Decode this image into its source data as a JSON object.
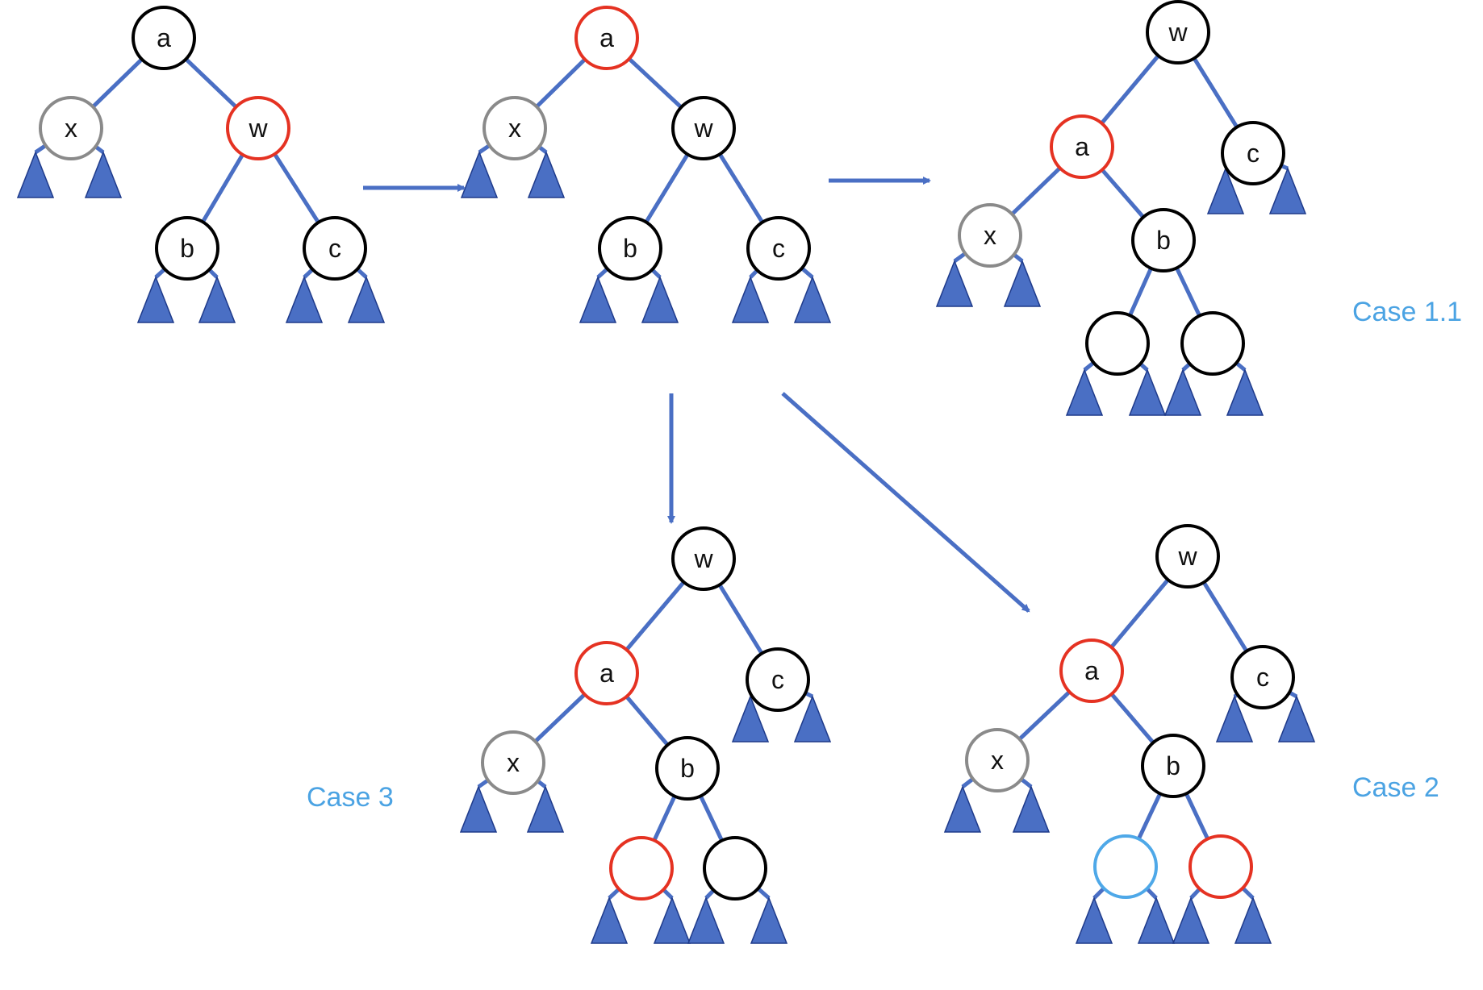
{
  "colors": {
    "edge": "#4A6FC4",
    "subtree_fill": "#4A6FC4",
    "subtree_stroke": "#1E3A8A",
    "node_black": "#000000",
    "node_red": "#E53222",
    "node_gray": "#8A8A8A",
    "node_blue": "#4EA8E8",
    "label_text": "#111111",
    "case_label": "#4BA3E3",
    "arrow": "#4A6FC4"
  },
  "case_labels": {
    "case_1_1": "Case 1.1",
    "case_2": "Case 2",
    "case_3": "Case 3"
  },
  "trees": [
    {
      "id": "initial",
      "nodes": [
        {
          "id": "a",
          "label": "a",
          "color": "black"
        },
        {
          "id": "x",
          "label": "x",
          "color": "gray"
        },
        {
          "id": "w",
          "label": "w",
          "color": "red"
        },
        {
          "id": "b",
          "label": "b",
          "color": "black"
        },
        {
          "id": "c",
          "label": "c",
          "color": "black"
        }
      ]
    },
    {
      "id": "after-recolor",
      "nodes": [
        {
          "id": "a",
          "label": "a",
          "color": "red"
        },
        {
          "id": "x",
          "label": "x",
          "color": "gray"
        },
        {
          "id": "w",
          "label": "w",
          "color": "black"
        },
        {
          "id": "b",
          "label": "b",
          "color": "black"
        },
        {
          "id": "c",
          "label": "c",
          "color": "black"
        }
      ]
    },
    {
      "id": "case-1-1",
      "nodes": [
        {
          "id": "w",
          "label": "w",
          "color": "black"
        },
        {
          "id": "a",
          "label": "a",
          "color": "red"
        },
        {
          "id": "c",
          "label": "c",
          "color": "black"
        },
        {
          "id": "x",
          "label": "x",
          "color": "gray"
        },
        {
          "id": "b",
          "label": "b",
          "color": "black"
        },
        {
          "id": "bl",
          "label": "",
          "color": "black"
        },
        {
          "id": "br",
          "label": "",
          "color": "black"
        }
      ]
    },
    {
      "id": "case-3",
      "nodes": [
        {
          "id": "w",
          "label": "w",
          "color": "black"
        },
        {
          "id": "a",
          "label": "a",
          "color": "red"
        },
        {
          "id": "c",
          "label": "c",
          "color": "black"
        },
        {
          "id": "x",
          "label": "x",
          "color": "gray"
        },
        {
          "id": "b",
          "label": "b",
          "color": "black"
        },
        {
          "id": "bl",
          "label": "",
          "color": "red"
        },
        {
          "id": "br",
          "label": "",
          "color": "black"
        }
      ]
    },
    {
      "id": "case-2",
      "nodes": [
        {
          "id": "w",
          "label": "w",
          "color": "black"
        },
        {
          "id": "a",
          "label": "a",
          "color": "red"
        },
        {
          "id": "c",
          "label": "c",
          "color": "black"
        },
        {
          "id": "x",
          "label": "x",
          "color": "gray"
        },
        {
          "id": "b",
          "label": "b",
          "color": "black"
        },
        {
          "id": "bl",
          "label": "",
          "color": "blue"
        },
        {
          "id": "br",
          "label": "",
          "color": "red"
        }
      ]
    }
  ]
}
